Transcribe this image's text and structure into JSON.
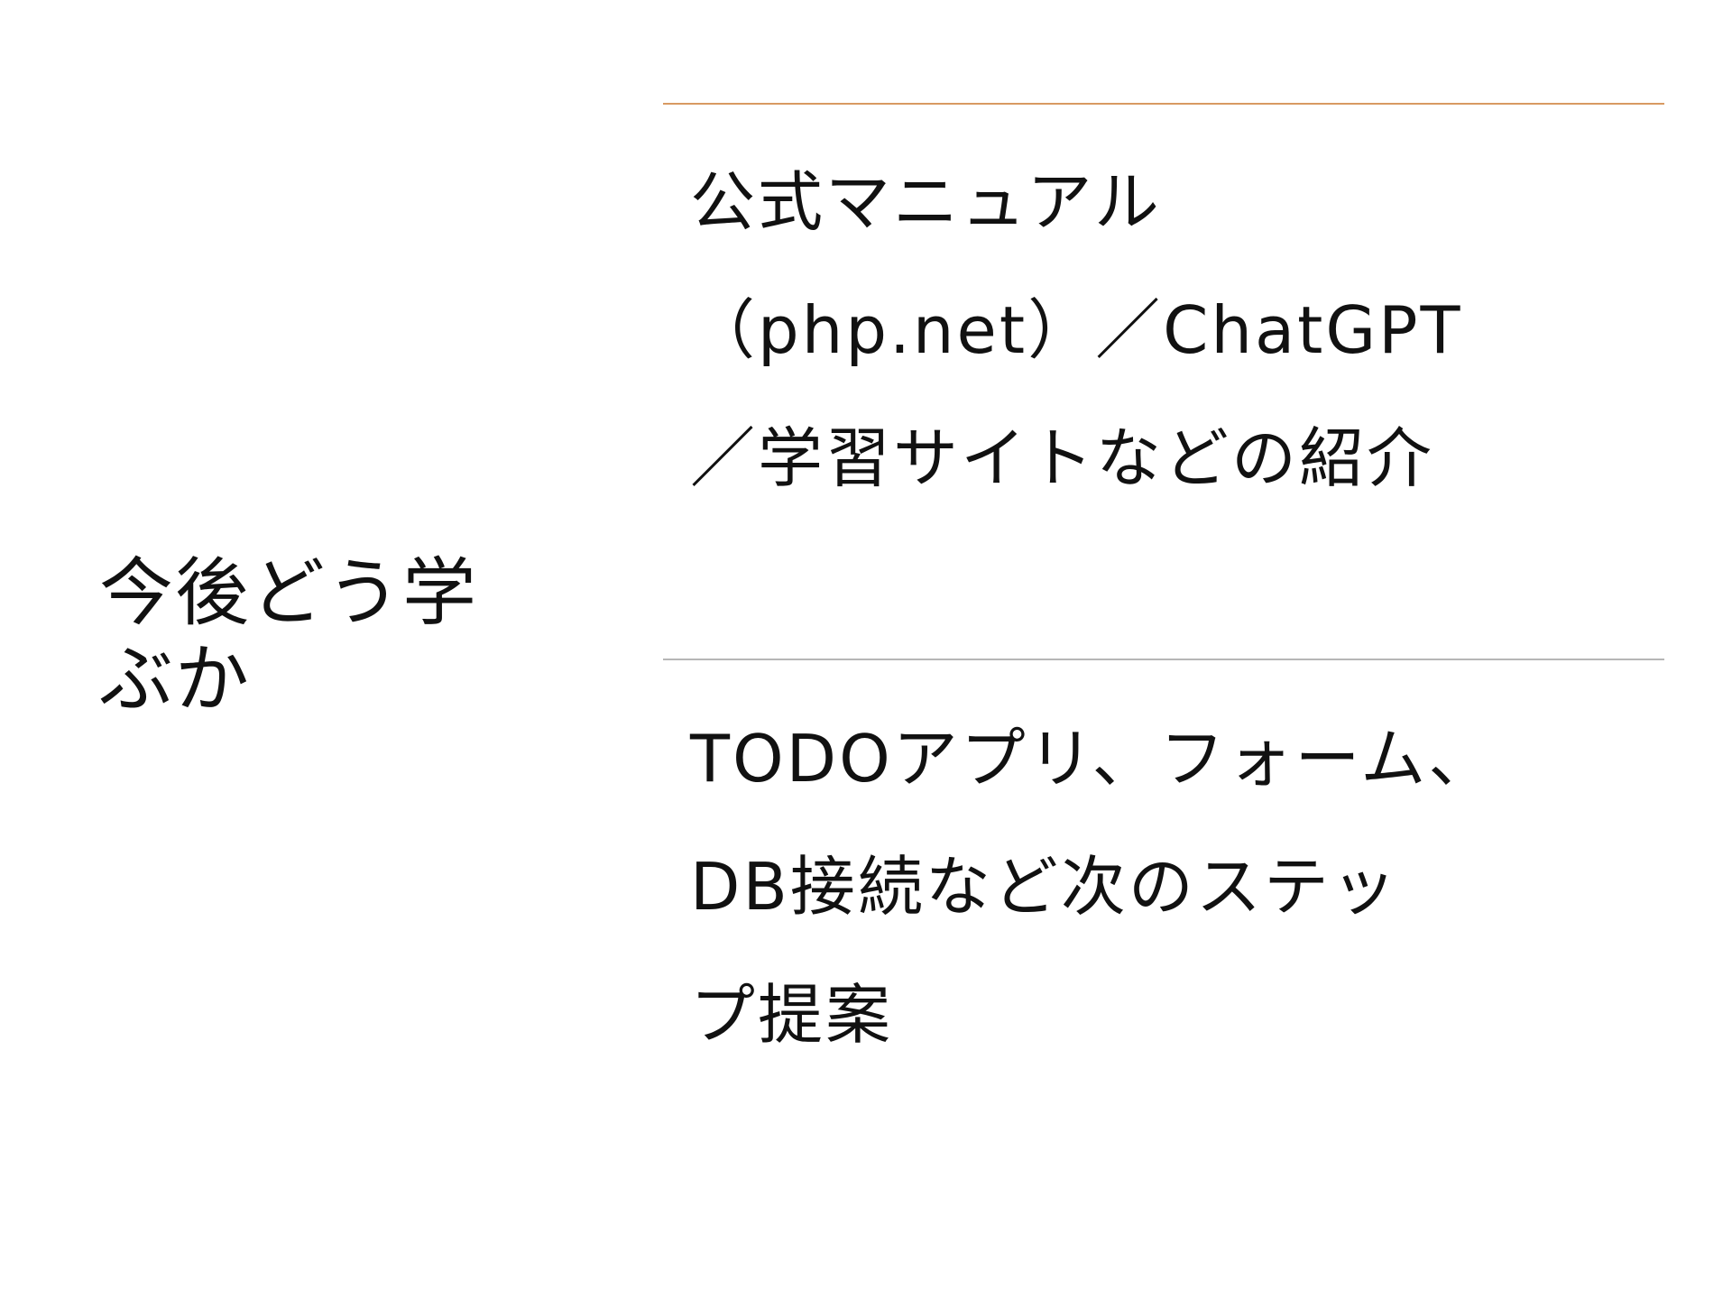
{
  "slide": {
    "title": "今後どう学\nぶか",
    "items": [
      {
        "text": "公式マニュアル\n（php.net）／ChatGPT\n／学習サイトなどの紹介"
      },
      {
        "text": "TODOアプリ、フォーム、\nDB接続など次のステッ\nプ提案"
      }
    ],
    "colors": {
      "accent_line": "#d89a62",
      "divider_line": "#b6b6b6",
      "text": "#111111",
      "background": "#ffffff"
    }
  }
}
